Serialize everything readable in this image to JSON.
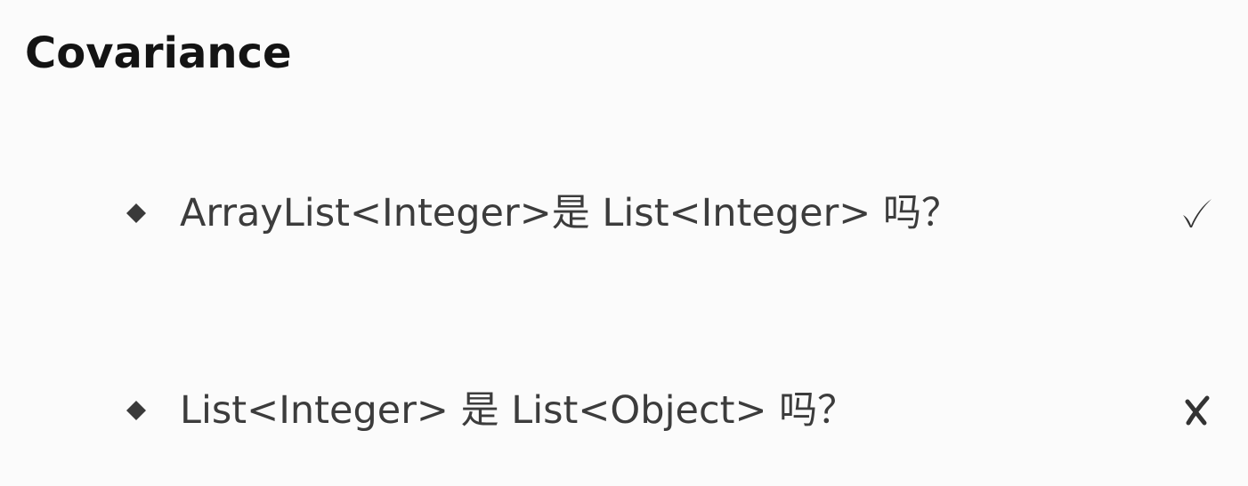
{
  "slide": {
    "title": "Covariance",
    "bullets": [
      {
        "text": "ArrayList<Integer>是 List<Integer> 吗？",
        "mark": "check-icon"
      },
      {
        "text": "List<Integer> 是 List<Object> 吗？",
        "mark": "cross-icon"
      }
    ]
  },
  "colors": {
    "background": "#fbfbfb",
    "title": "#141414",
    "text": "#3c3c3c",
    "bullet": "#3a3a3a",
    "mark": "#333333"
  }
}
